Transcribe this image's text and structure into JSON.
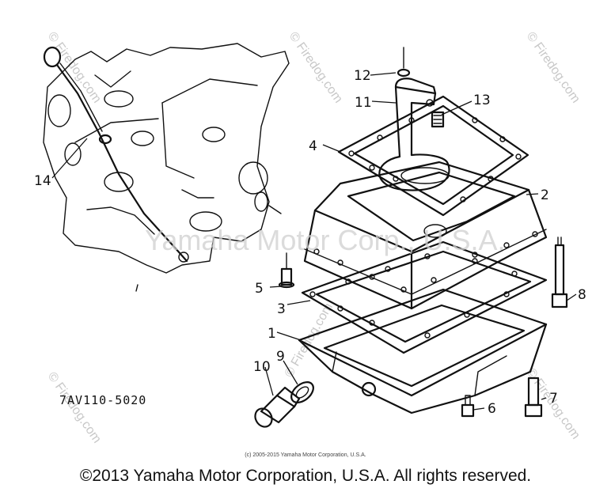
{
  "callouts": {
    "c1": "1",
    "c2": "2",
    "c3": "3",
    "c4": "4",
    "c5": "5",
    "c6": "6",
    "c7": "7",
    "c8": "8",
    "c9": "9",
    "c10": "10",
    "c11": "11",
    "c12": "12",
    "c13": "13",
    "c14": "14"
  },
  "part_code": "7AV110-5020",
  "watermark": {
    "center": "Yamaha Motor Corp., U.S.A.",
    "diagonal": "© Firedog.com"
  },
  "small_credit": "(c) 2005-2015 Yamaha Motor Corporation, U.S.A.",
  "copyright": "©2013 Yamaha Motor Corporation, U.S.A. All rights reserved."
}
